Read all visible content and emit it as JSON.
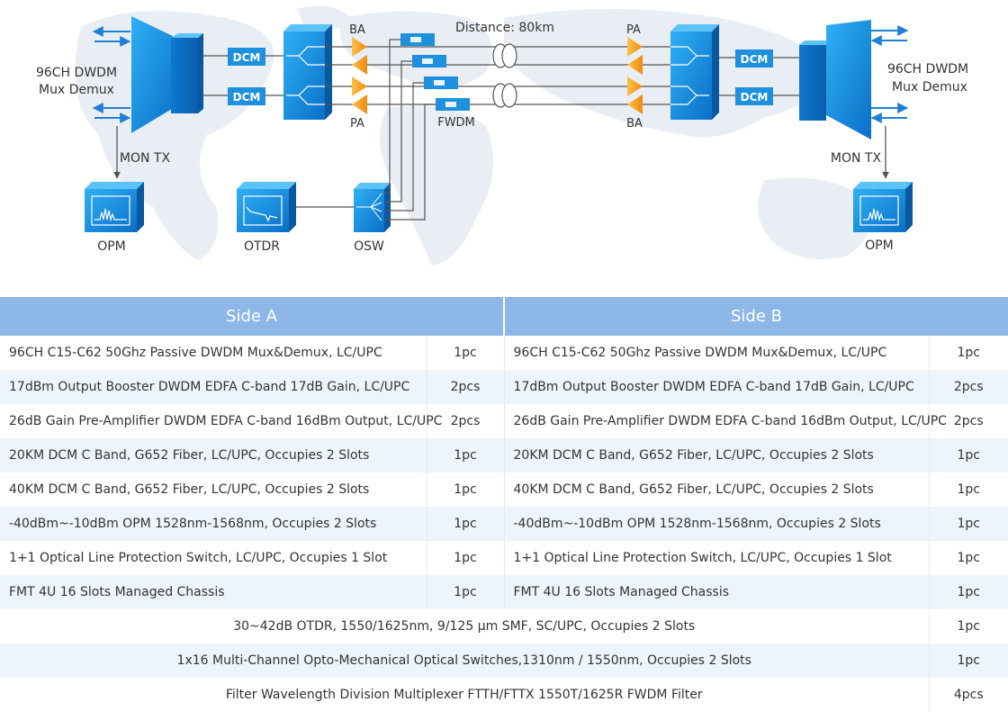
{
  "diagram": {
    "distance_label": "Distance: 80km",
    "mux_a_label": [
      "96CH DWDM",
      "Mux Demux"
    ],
    "mux_b_label": [
      "96CH DWDM",
      "Mux Demux"
    ],
    "dcm_label": "DCM",
    "ba_label": "BA",
    "pa_label": "PA",
    "fwdm_label": "FWDM",
    "mon_tx_label": "MON TX",
    "opm_label": "OPM",
    "otdr_label": "OTDR",
    "osw_label": "OSW",
    "colors": {
      "device_blue": "#1e90dd",
      "amp_orange": "#f39c12",
      "map_gray": "#e7edf3",
      "header_blue": "#8db7e7"
    }
  },
  "table": {
    "side_a": "Side A",
    "side_b": "Side B",
    "rows": [
      {
        "a": "96CH C15-C62 50Ghz Passive DWDM Mux&Demux, LC/UPC",
        "qa": "1pc",
        "b": "96CH C15-C62 50Ghz Passive DWDM Mux&Demux, LC/UPC",
        "qb": "1pc"
      },
      {
        "a": "17dBm Output Booster DWDM EDFA C-band 17dB Gain, LC/UPC",
        "qa": "2pcs",
        "b": "17dBm Output Booster DWDM EDFA C-band 17dB Gain, LC/UPC",
        "qb": "2pcs"
      },
      {
        "a": "26dB Gain Pre-Amplifier DWDM EDFA C-band 16dBm Output, LC/UPC",
        "qa": "2pcs",
        "b": "26dB Gain Pre-Amplifier DWDM EDFA C-band 16dBm Output, LC/UPC",
        "qb": "2pcs"
      },
      {
        "a": "20KM DCM C Band, G652 Fiber, LC/UPC, Occupies 2 Slots",
        "qa": "1pc",
        "b": "20KM DCM C Band, G652 Fiber, LC/UPC, Occupies 2 Slots",
        "qb": "1pc"
      },
      {
        "a": "40KM DCM C Band, G652 Fiber, LC/UPC, Occupies 2 Slots",
        "qa": "1pc",
        "b": "40KM DCM C Band, G652 Fiber, LC/UPC, Occupies 2 Slots",
        "qb": "1pc"
      },
      {
        "a": "-40dBm~-10dBm OPM 1528nm-1568nm, Occupies 2 Slots",
        "qa": "1pc",
        "b": "-40dBm~-10dBm OPM 1528nm-1568nm, Occupies 2 Slots",
        "qb": "1pc"
      },
      {
        "a": "1+1 Optical Line Protection Switch, LC/UPC, Occupies 1 Slot",
        "qa": "1pc",
        "b": "1+1 Optical Line Protection Switch, LC/UPC, Occupies 1 Slot",
        "qb": "1pc"
      },
      {
        "a": "FMT 4U 16 Slots Managed Chassis",
        "qa": "1pc",
        "b": "FMT 4U 16 Slots Managed Chassis",
        "qb": "1pc"
      }
    ],
    "shared_rows": [
      {
        "desc": "30~42dB OTDR, 1550/1625nm, 9/125 μm SMF, SC/UPC, Occupies 2 Slots",
        "qty": "1pc"
      },
      {
        "desc": "1x16 Multi-Channel Opto-Mechanical Optical Switches,1310nm / 1550nm, Occupies 2 Slots",
        "qty": "1pc"
      },
      {
        "desc": "Filter Wavelength Division Multiplexer FTTH/FTTX 1550T/1625R FWDM Filter",
        "qty": "4pcs"
      }
    ]
  }
}
